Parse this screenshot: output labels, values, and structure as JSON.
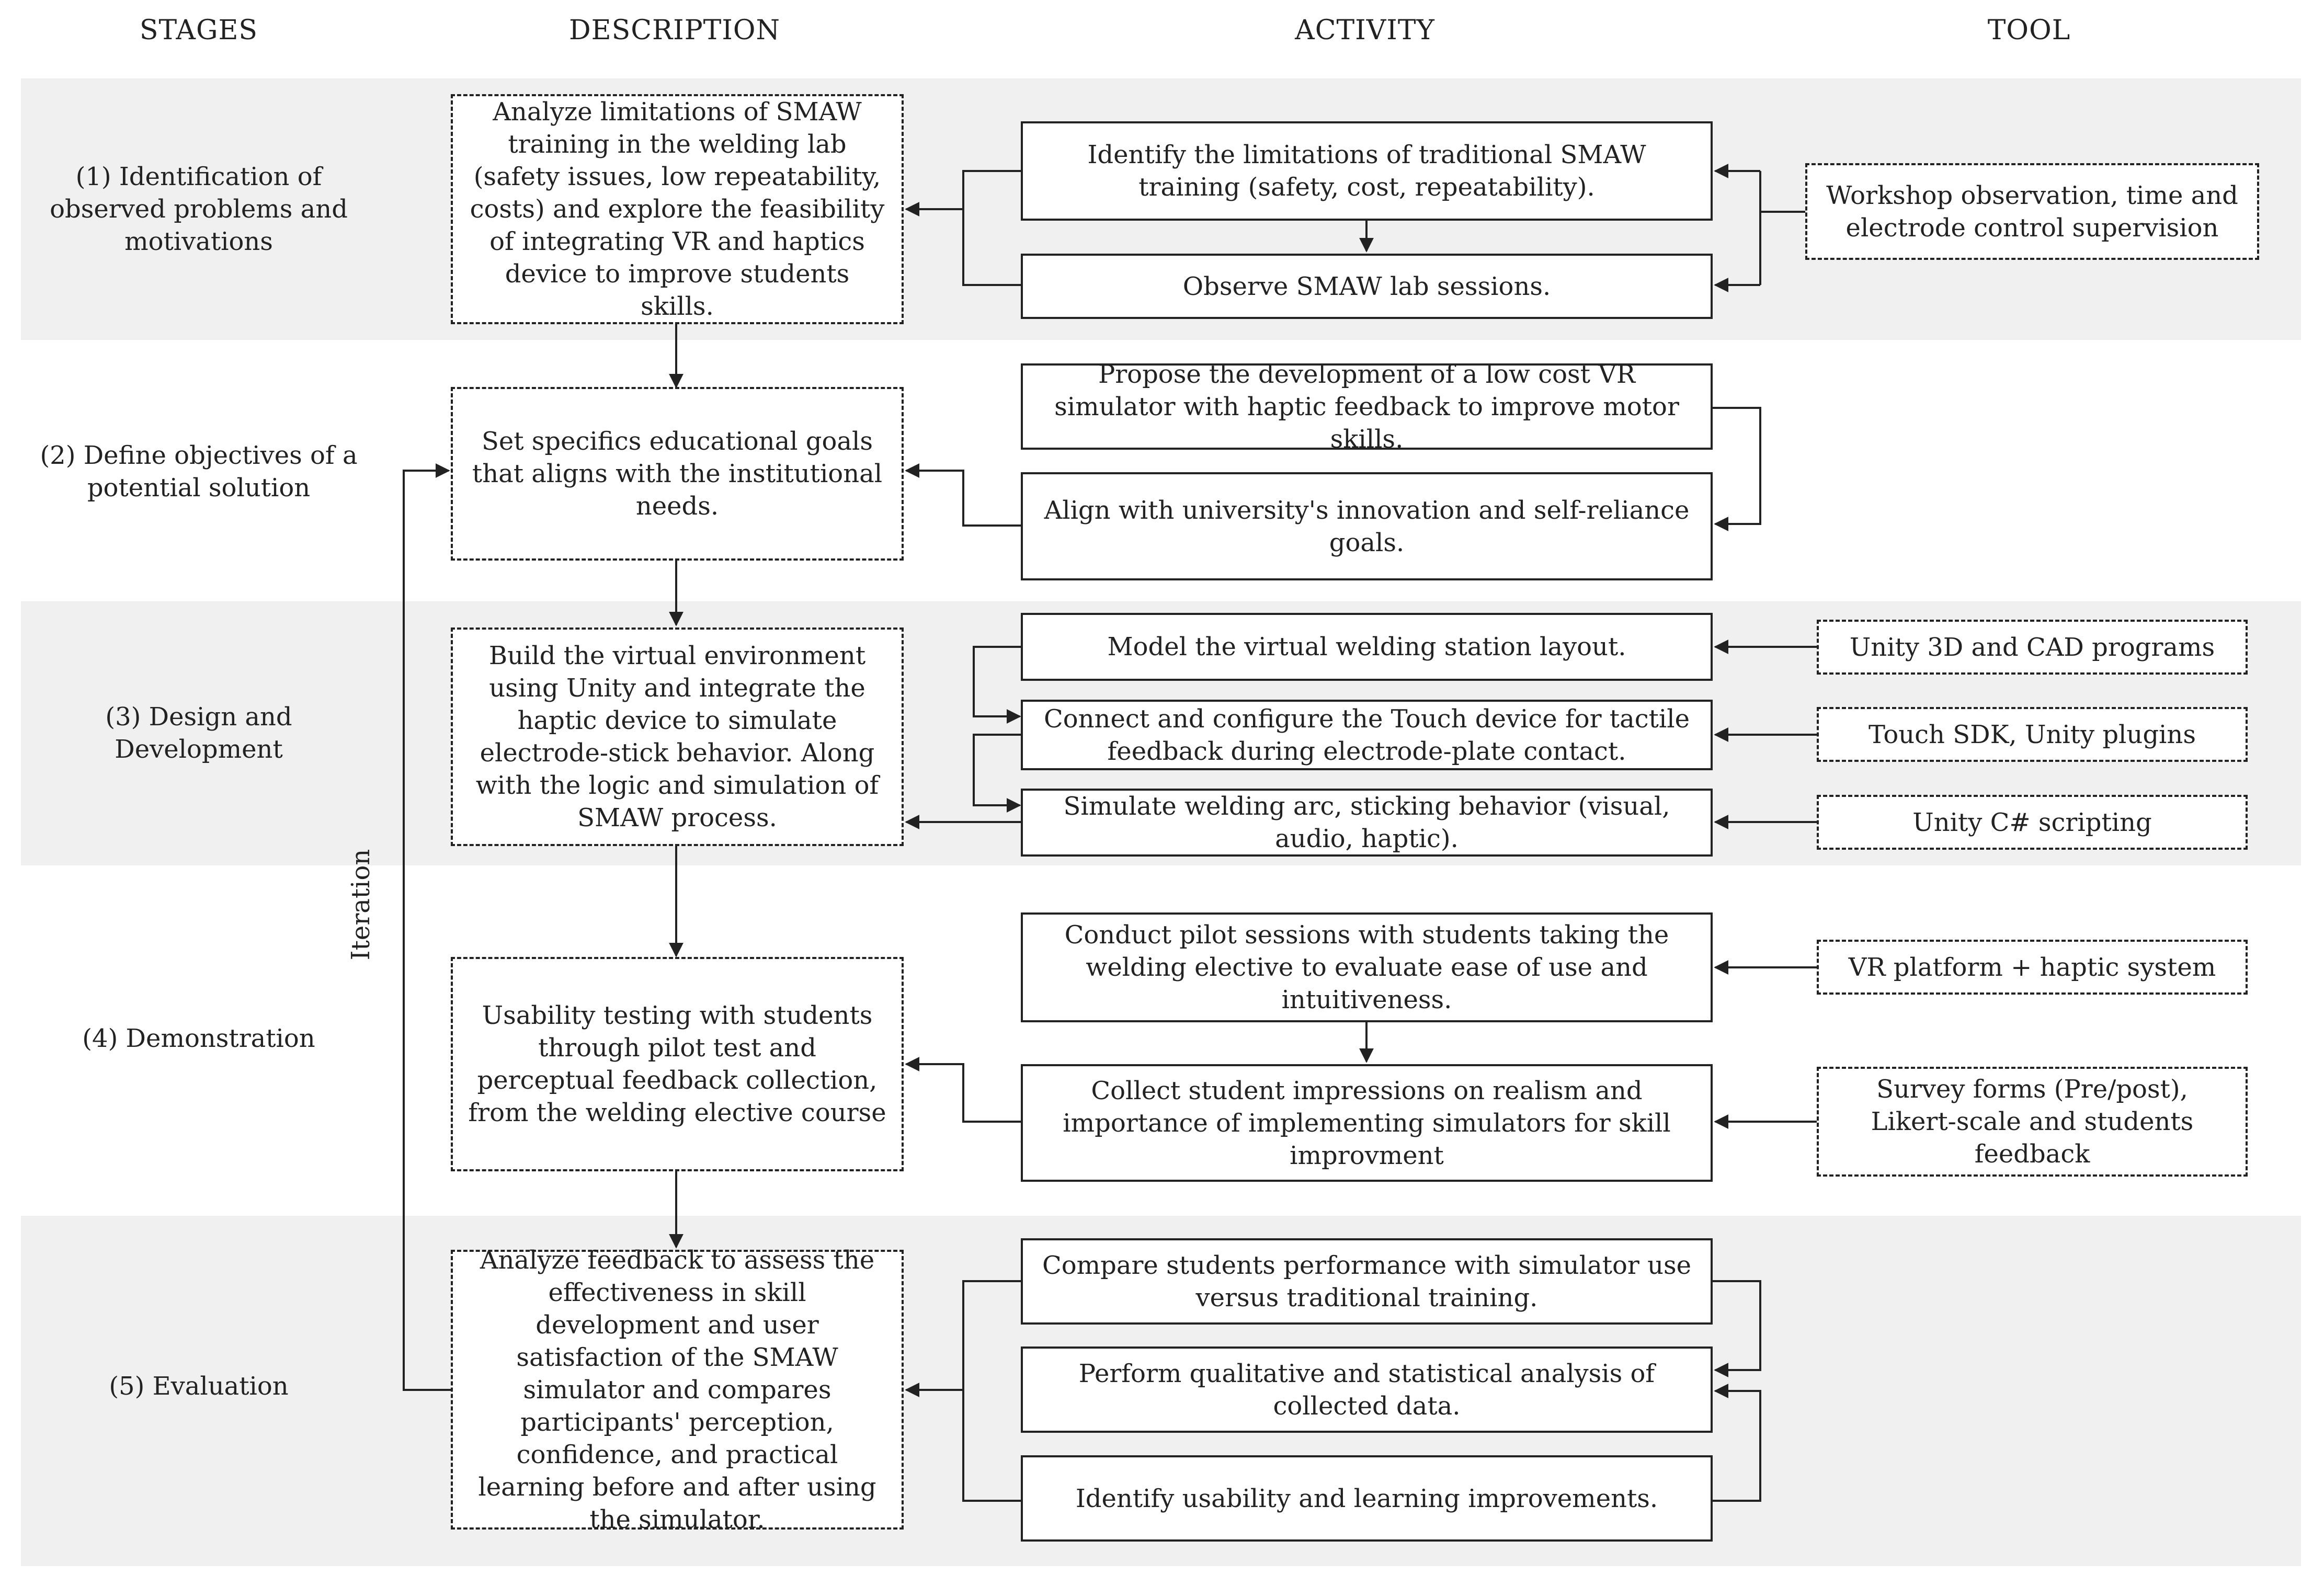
{
  "headers": {
    "stages": "STAGES",
    "description": "DESCRIPTION",
    "activity": "ACTIVITY",
    "tool": "TOOL"
  },
  "iteration_label": "Iteration",
  "stages": [
    {
      "label": "(1) Identification of observed problems and motivations",
      "description": "Analyze limitations of SMAW training in the welding lab (safety issues, low repeatability, costs) and explore the feasibility of integrating VR and haptics device to improve students skills.",
      "activities": [
        "Identify the limitations of traditional SMAW training (safety, cost, repeatability).",
        "Observe SMAW lab sessions."
      ],
      "tools": [
        "Workshop observation, time and electrode control supervision"
      ]
    },
    {
      "label": "(2) Define objectives of a potential solution",
      "description": "Set specifics educational goals that aligns with the institutional needs.",
      "activities": [
        "Propose the development of a low cost VR simulator with haptic feedback to improve motor skills.",
        "Align with university's innovation and self-reliance goals."
      ],
      "tools": []
    },
    {
      "label": "(3) Design and Development",
      "description": "Build the virtual environment using Unity and integrate the haptic device to simulate electrode-stick behavior. Along with the logic and simulation of SMAW process.",
      "activities": [
        "Model the virtual welding station layout.",
        "Connect and configure the Touch device for tactile feedback during electrode-plate contact.",
        "Simulate welding arc, sticking behavior (visual, audio, haptic)."
      ],
      "tools": [
        "Unity 3D and CAD programs",
        "Touch SDK, Unity plugins",
        "Unity C# scripting"
      ]
    },
    {
      "label": "(4) Demonstration",
      "description": "Usability testing with students through pilot test and perceptual feedback collection, from the welding elective course",
      "activities": [
        "Conduct pilot sessions with students taking the welding elective to evaluate ease of use and intuitiveness.",
        "Collect student impressions on realism and importance of implementing simulators for skill improvment"
      ],
      "tools": [
        "VR platform + haptic system",
        "Survey forms (Pre/post), Likert-scale and students feedback"
      ]
    },
    {
      "label": "(5) Evaluation",
      "description": "Analyze feedback to assess the effectiveness in skill development and user satisfaction of the SMAW simulator and compares participants' perception, confidence, and practical learning before and after using the simulator.",
      "activities": [
        "Compare students performance with simulator use versus traditional training.",
        "Perform qualitative and statistical analysis of collected data.",
        "Identify usability and learning improvements."
      ],
      "tools": []
    }
  ]
}
